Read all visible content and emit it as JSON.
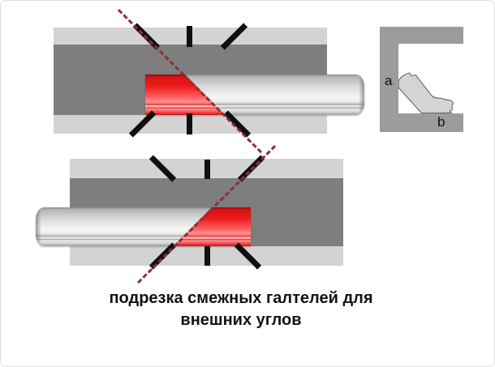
{
  "caption": {
    "line1": "подрезка смежных галтелей для",
    "line2": "внешних углов"
  },
  "cross_section": {
    "label_a": "a",
    "label_b": "b"
  },
  "colors": {
    "miter_box_rail": "#d3d3d3",
    "miter_box_floor": "#7e7e7e",
    "saw_slot_black": "#101010",
    "cut_line_dash_red": "#8c2f36",
    "bracket_gray": "#9c9c9c",
    "molding_silver_highlight": "#f5f5f5",
    "molding_red": "#ec1a1a",
    "contact_mark_pink": "#d898a2",
    "caption_text": "#121212"
  }
}
